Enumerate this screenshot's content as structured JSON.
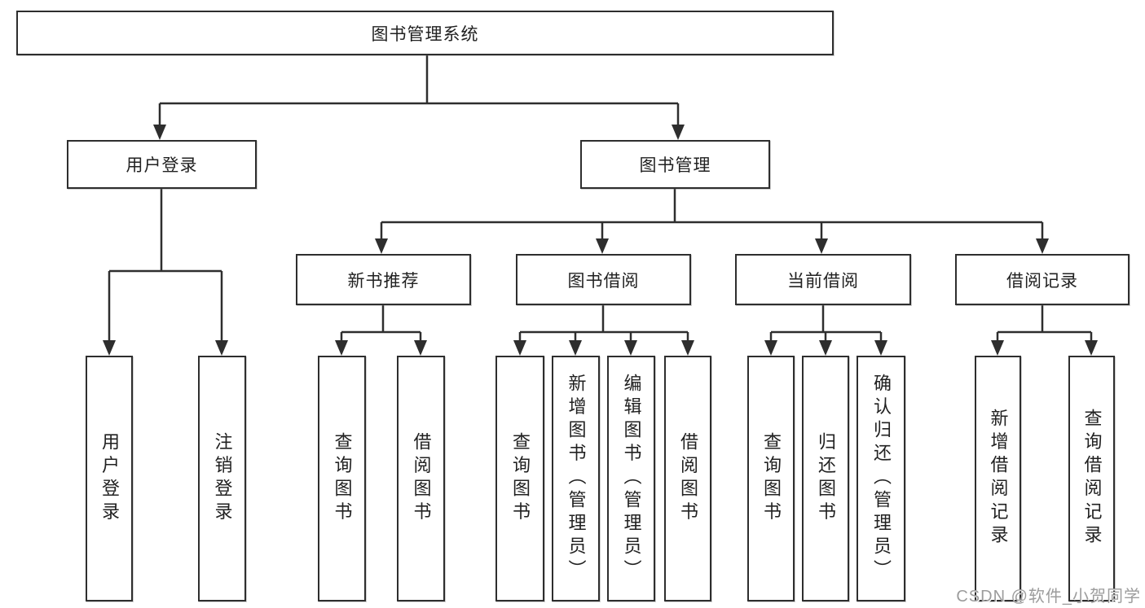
{
  "diagram": {
    "root": {
      "label": "图书管理系统"
    },
    "level2": [
      {
        "label": "用户登录"
      },
      {
        "label": "图书管理"
      }
    ],
    "level3": [
      {
        "label": "新书推荐"
      },
      {
        "label": "图书借阅"
      },
      {
        "label": "当前借阅"
      },
      {
        "label": "借阅记录"
      }
    ],
    "leaves": {
      "user_login": [
        "用户登录",
        "注销登录"
      ],
      "new_book_recommend": [
        "查询图书",
        "借阅图书"
      ],
      "book_borrow": [
        "查询图书",
        "新增图书（管理员）",
        "编辑图书（管理员）",
        "借阅图书"
      ],
      "current_borrow": [
        "查询图书",
        "归还图书",
        "确认归还（管理员）"
      ],
      "borrow_record": [
        "新增借阅记录",
        "查询借阅记录"
      ]
    }
  },
  "watermark": {
    "text": "CSDN @软件_小贺同学"
  },
  "colors": {
    "line": "#2e2e2e",
    "text": "#212121",
    "watermark": "#9c9c9c",
    "background": "#ffffff"
  }
}
